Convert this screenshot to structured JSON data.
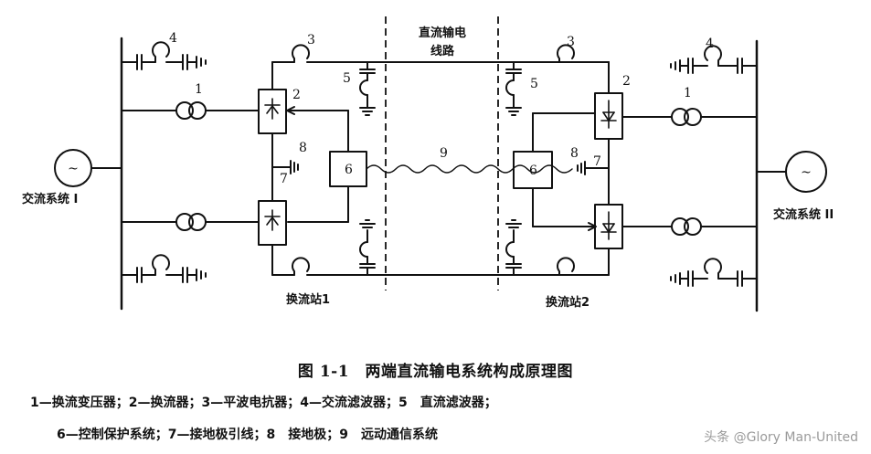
{
  "diagram": {
    "line_label": [
      "直流输电",
      "线路"
    ],
    "ac_system_left": "交流系统 I",
    "ac_system_right": "交流系统 II",
    "station_left": "换流站1",
    "station_right": "换流站2",
    "numbers": {
      "n1": "1",
      "n2": "2",
      "n3": "3",
      "n4": "4",
      "n5": "5",
      "n6": "6",
      "n7": "7",
      "n8": "8",
      "n9": "9"
    },
    "source_symbol": "~"
  },
  "caption": "图 1-1　两端直流输电系统构成原理图",
  "legend": {
    "line1": "1—换流变压器；2—换流器；3—平波电抗器；4—交流滤波器；5　直流滤波器；",
    "line2": "6—控制保护系统；7—接地极引线；8　接地极；9　远动通信系统"
  },
  "watermark": "头条 @Glory Man-United"
}
